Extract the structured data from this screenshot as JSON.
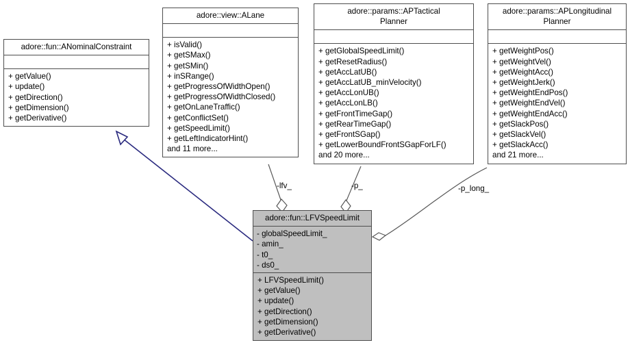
{
  "diagram": {
    "type": "uml-class-collaboration-diagram",
    "background_color": "#ffffff",
    "inheritance_edge_color": "#2a2a7f",
    "association_edge_color": "#575757",
    "box_border_color": "#4d4d4d",
    "highlight_fill_color": "#bfbfbf"
  },
  "classes": {
    "anominal_constraint": {
      "title": "adore::fun::ANominalConstraint",
      "attributes": [],
      "operations": [
        "+ getValue()",
        "+ update()",
        "+ getDirection()",
        "+ getDimension()",
        "+ getDerivative()"
      ]
    },
    "alane": {
      "title": "adore::view::ALane",
      "attributes": [],
      "operations": [
        "+ isValid()",
        "+ getSMax()",
        "+ getSMin()",
        "+ inSRange()",
        "+ getProgressOfWidthOpen()",
        "+ getProgressOfWidthClosed()",
        "+ getOnLaneTraffic()",
        "+ getConflictSet()",
        "+ getSpeedLimit()",
        "+ getLeftIndicatorHint()",
        "and 11 more..."
      ]
    },
    "ap_tactical_planner": {
      "title": "adore::params::APTactical\nPlanner",
      "attributes": [],
      "operations": [
        "+ getGlobalSpeedLimit()",
        "+ getResetRadius()",
        "+ getAccLatUB()",
        "+ getAccLatUB_minVelocity()",
        "+ getAccLonUB()",
        "+ getAccLonLB()",
        "+ getFrontTimeGap()",
        "+ getRearTimeGap()",
        "+ getFrontSGap()",
        "+ getLowerBoundFrontSGapForLF()",
        "and 20 more..."
      ]
    },
    "ap_longitudinal_planner": {
      "title": "adore::params::APLongitudinal\nPlanner",
      "attributes": [],
      "operations": [
        "+ getWeightPos()",
        "+ getWeightVel()",
        "+ getWeightAcc()",
        "+ getWeightJerk()",
        "+ getWeightEndPos()",
        "+ getWeightEndVel()",
        "+ getWeightEndAcc()",
        "+ getSlackPos()",
        "+ getSlackVel()",
        "+ getSlackAcc()",
        "and 21 more..."
      ]
    },
    "lfv_speed_limit": {
      "title": "adore::fun::LFVSpeedLimit",
      "attributes": [
        "- globalSpeedLimit_",
        "- amin_",
        "- t0_",
        "- ds0_"
      ],
      "operations": [
        "+ LFVSpeedLimit()",
        "+ getValue()",
        "+ update()",
        "+ getDirection()",
        "+ getDimension()",
        "+ getDerivative()"
      ]
    }
  },
  "edges": [
    {
      "id": "inheritance",
      "from": "lfv_speed_limit",
      "to": "anominal_constraint",
      "kind": "generalization",
      "label": ""
    },
    {
      "id": "lfv",
      "from": "alane",
      "to": "lfv_speed_limit",
      "kind": "aggregation",
      "label": "-lfv_"
    },
    {
      "id": "p",
      "from": "ap_tactical_planner",
      "to": "lfv_speed_limit",
      "kind": "aggregation",
      "label": "-p_"
    },
    {
      "id": "p_long",
      "from": "ap_longitudinal_planner",
      "to": "lfv_speed_limit",
      "kind": "aggregation",
      "label": "-p_long_"
    }
  ]
}
